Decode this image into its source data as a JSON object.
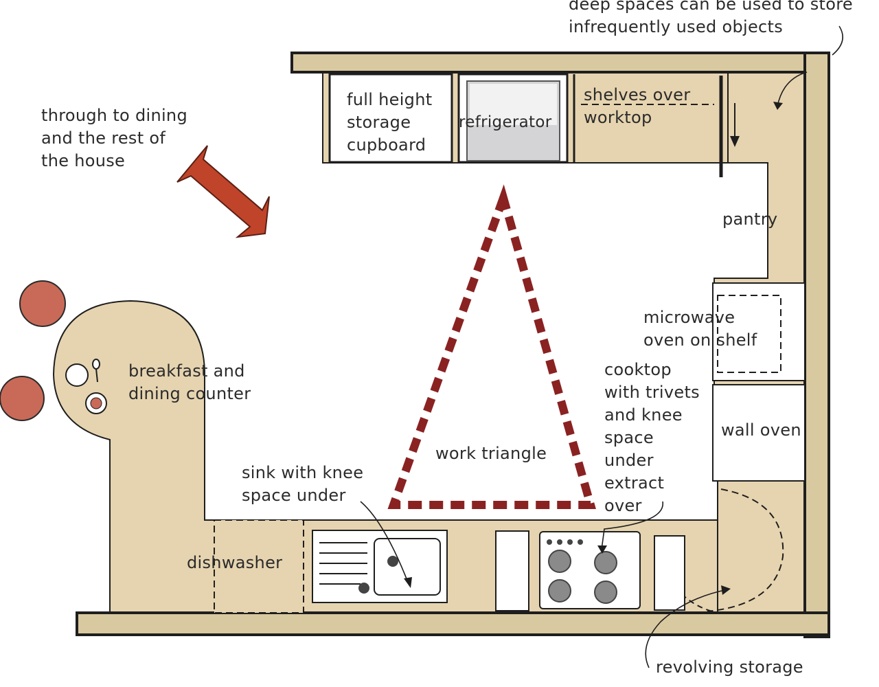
{
  "labels": {
    "deep_storage": [
      "deep spaces can be used to store",
      "infrequently used objects"
    ],
    "through_dining": [
      "through to dining",
      "and the rest of",
      "the house"
    ],
    "full_height": [
      "full height",
      "storage",
      "cupboard"
    ],
    "refrigerator": [
      "refrigerator"
    ],
    "shelves": [
      "shelves over",
      "worktop"
    ],
    "pantry": [
      "pantry"
    ],
    "microwave": [
      "microwave",
      "oven on shelf"
    ],
    "breakfast": [
      "breakfast and",
      "dining counter"
    ],
    "cooktop": [
      "cooktop",
      "with trivets",
      "and knee",
      "space",
      "under",
      "extract",
      "over"
    ],
    "wall_oven": [
      "wall oven"
    ],
    "work_triangle": [
      "work triangle"
    ],
    "sink": [
      "sink with knee",
      "space under"
    ],
    "dishwasher": [
      "dishwasher"
    ],
    "revolving": [
      "revolving storage"
    ]
  },
  "colors": {
    "worktop": "#e6d4b0",
    "wall": "#d9c9a0",
    "outline": "#1e1e1e",
    "triangle": "#8a2222",
    "stool": "#c96a58",
    "arrow": "#c0442a"
  }
}
